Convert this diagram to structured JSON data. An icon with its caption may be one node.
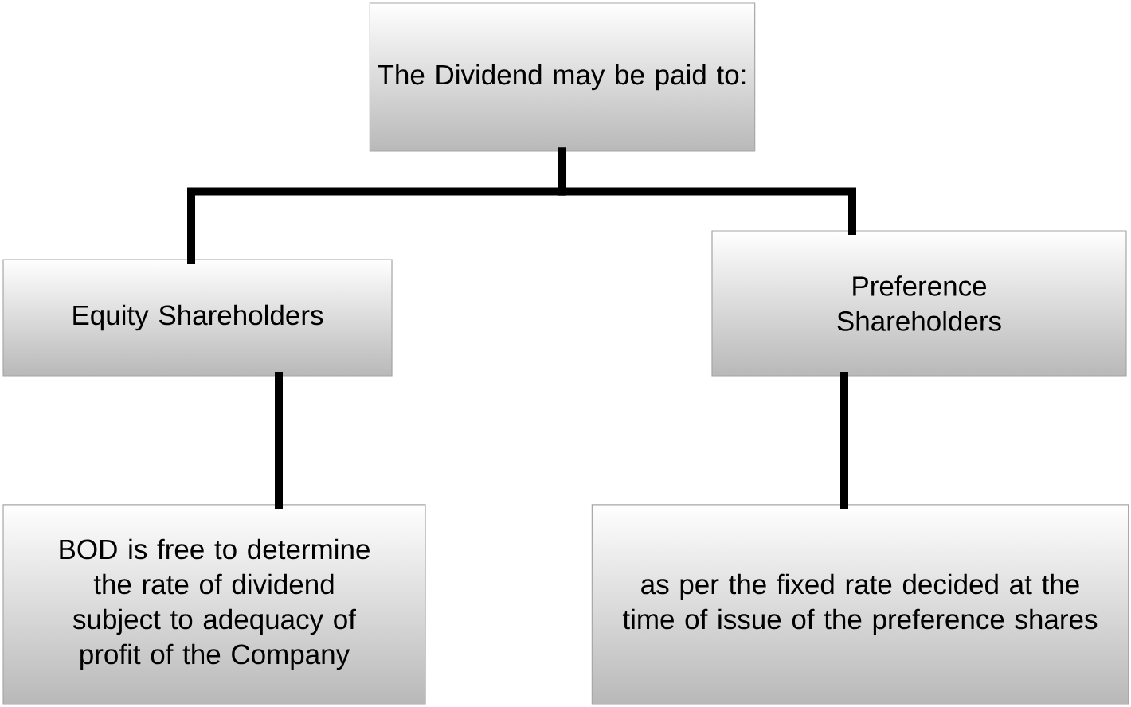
{
  "diagram": {
    "nodes": [
      {
        "text": [
          "The Dividend may be paid to:"
        ]
      },
      {
        "text": [
          "Equity Shareholders"
        ]
      },
      {
        "text": [
          "Preference Shareholders"
        ]
      },
      {
        "text": [
          "BOD is free to determine the rate of dividend subject to adequacy of profit of the Company"
        ]
      },
      {
        "text": [
          "as per the fixed rate decided at the time of issue of the preference shares"
        ]
      }
    ],
    "edges": [
      {
        "from": 0,
        "to": 1,
        "arrow": "none"
      },
      {
        "from": 0,
        "to": 2,
        "arrow": "none"
      },
      {
        "from": 1,
        "to": 3,
        "arrow": "none"
      },
      {
        "from": 2,
        "to": 4,
        "arrow": "none"
      }
    ]
  }
}
